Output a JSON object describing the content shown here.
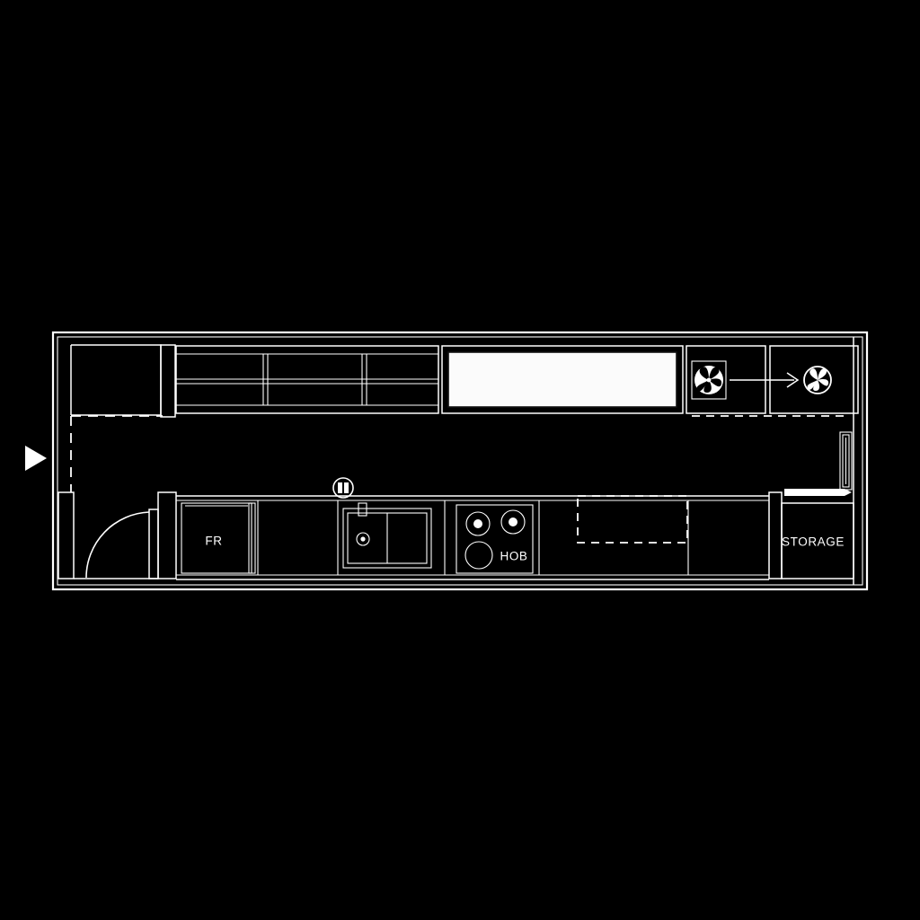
{
  "drawing": {
    "type": "architectural-floor-plan",
    "subject": "galley kitchen plan",
    "background_color": "#000000",
    "line_color": "#ffffff",
    "panel_fill_color": "#fbfbfb"
  },
  "labels": {
    "fridge": "FR",
    "hob": "HOB",
    "storage": "STORAGE"
  },
  "icons": {
    "entry_marker": "play-triangle-marker",
    "extractor_fan": "fan-icon",
    "exhaust_fan": "fan-icon",
    "airflow_arrow": "arrow-right-icon",
    "sliding_door_arrow": "arrow-right-icon",
    "door_swing": "door-swing-arc",
    "plumbing_tag": "plumbing-riser-tag",
    "window": "window-symbol"
  },
  "fixtures": [
    {
      "name": "wall-shelving-unit",
      "columns": 3,
      "rows": 2
    },
    {
      "name": "worktop-panel",
      "fill": "#fbfbfb"
    },
    {
      "name": "extractor-fan-unit"
    },
    {
      "name": "exhaust-fan-outlet"
    },
    {
      "name": "entry-door"
    },
    {
      "name": "refrigerator",
      "label": "FR"
    },
    {
      "name": "double-bowl-sink",
      "bowls": 2,
      "faucet": true,
      "drain": true
    },
    {
      "name": "cooktop",
      "label": "HOB",
      "burners": 3
    },
    {
      "name": "hidden-appliance-outline",
      "line_style": "dashed"
    },
    {
      "name": "storage-cupboard",
      "label": "STORAGE"
    },
    {
      "name": "side-window"
    }
  ]
}
